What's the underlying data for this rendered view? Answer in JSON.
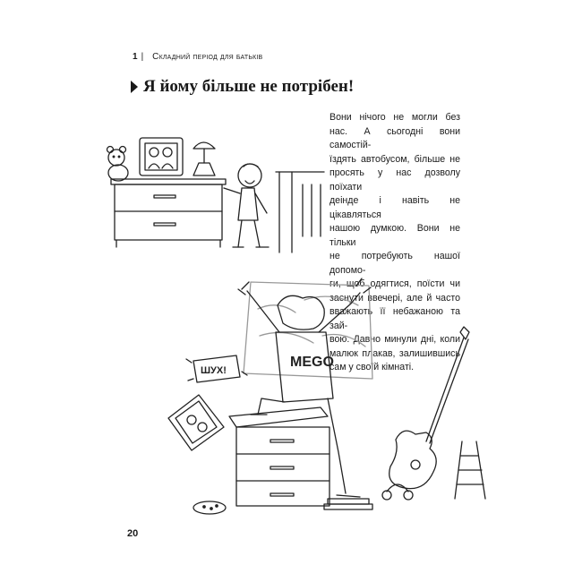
{
  "header": {
    "chapter_number": "1",
    "separator": "|",
    "chapter_title": "Складний період для батьків"
  },
  "section": {
    "title": "Я йому більше не потрібен!"
  },
  "body": {
    "lines": [
      "Вони нічого не могли без",
      "нас. А сьогодні вони самостій-",
      "їздять автобусом, більше не",
      "просять у нас дозволу поїхати",
      "деінде і навіть не цікавляться",
      "нашою думкою. Вони не тільки",
      "не потребують нашої допомо-",
      "ги, щоб одягтися, поїсти чи",
      "заснути ввечері, але й часто",
      "вважають її небажаною та зай-",
      "вою. Давно минули дні, коли",
      "малюк плакав, залишившись",
      "сам у своїй кімнаті."
    ]
  },
  "illustrations": {
    "top_icon": "child-at-dresser-illustration",
    "main_icon": "teen-on-dresser-illustration",
    "sign_text": "ШУХ!",
    "shirt_text": "MEGO"
  },
  "footer": {
    "page_number": "20"
  }
}
